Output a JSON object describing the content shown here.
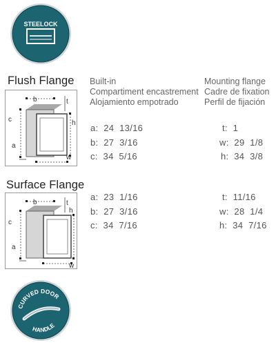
{
  "badges": {
    "top": {
      "text": "STEELOCK",
      "color": "#1c6470"
    },
    "bottom": {
      "text_top": "CURVED DOOR",
      "text_bottom": "HANDLE",
      "color": "#1c6470"
    }
  },
  "headers": {
    "builtin": [
      "Built-in",
      "Compartiment encastrement",
      "Alojamiento empotrado"
    ],
    "mounting": [
      "Mounting flange",
      "Cadre de fixation",
      "Perfil de fijación"
    ]
  },
  "sections": [
    {
      "title": "Flush Flange",
      "diagram_labels": {
        "a": "a",
        "b": "b",
        "c": "c",
        "t": "t",
        "h": "h",
        "w": "w"
      },
      "builtin_rows": [
        "a:  24  13/16",
        "b:  27  3/16",
        "c:  34  5/16"
      ],
      "mounting_rows": [
        "t:  1",
        "w:  29  1/8",
        "h:  34  3/8"
      ]
    },
    {
      "title": "Surface Flange",
      "diagram_labels": {
        "a": "a",
        "b": "b",
        "c": "c",
        "t": "t",
        "h": "h",
        "w": "w"
      },
      "builtin_rows": [
        "a:  23  1/16",
        "b:  27  3/16",
        "c:  34  7/16"
      ],
      "mounting_rows": [
        "t:  11/16",
        "w:  28  1/4",
        "h:  34  7/16"
      ]
    }
  ]
}
